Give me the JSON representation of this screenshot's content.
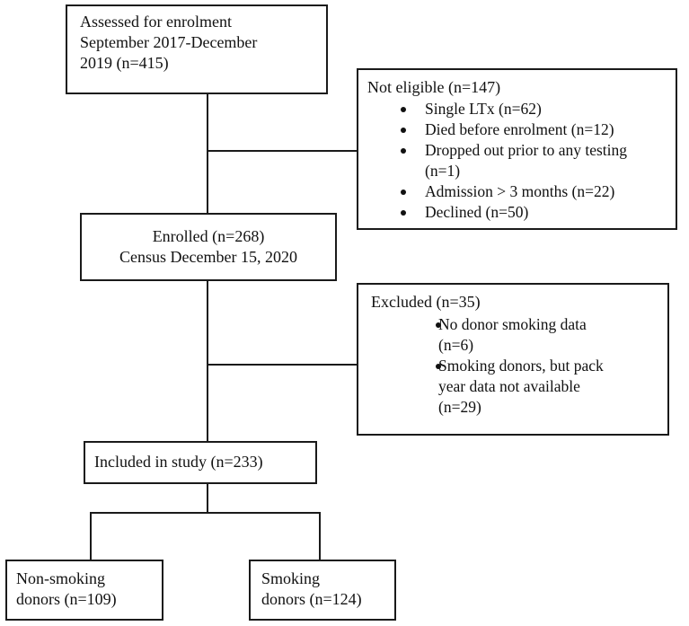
{
  "assessed": {
    "line1": "Assessed for enrolment",
    "line2": "September 2017-December",
    "line3": "2019 (n=415)"
  },
  "not_eligible": {
    "title": "Not eligible (n=147)",
    "items": [
      "Single LTx (n=62)",
      "Died before enrolment (n=12)",
      "Dropped out prior to any testing",
      "(n=1)",
      "Admission > 3 months (n=22)",
      "Declined (n=50)"
    ]
  },
  "enrolled": {
    "line1": "Enrolled (n=268)",
    "line2": "Census December 15, 2020"
  },
  "excluded": {
    "title": "Excluded (n=35)",
    "items": [
      "No donor smoking data",
      "(n=6)",
      "Smoking donors, but pack",
      "year data not available",
      "(n=29)"
    ]
  },
  "included": {
    "label": "Included in study (n=233)"
  },
  "non_smoking": {
    "line1": "Non-smoking",
    "line2": "donors (n=109)"
  },
  "smoking": {
    "line1": "Smoking",
    "line2": "donors (n=124)"
  }
}
